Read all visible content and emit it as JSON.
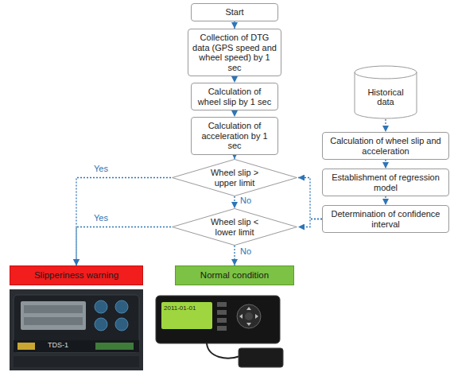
{
  "diagram": {
    "nodes": [
      {
        "text": [
          "Start"
        ]
      },
      {
        "text": [
          "Collection of DTG data (GPS speed and wheel speed) by 1 sec"
        ]
      },
      {
        "text": [
          "Calculation of wheel slip by 1 sec"
        ]
      },
      {
        "text": [
          "Calculation of acceleration by 1 sec"
        ]
      },
      {
        "text": [
          "Wheel slip > upper limit"
        ]
      },
      {
        "text": [
          "Wheel slip < lower limit"
        ]
      },
      {
        "text": [
          "Slipperiness warning"
        ]
      },
      {
        "text": [
          "Normal condition"
        ]
      },
      {
        "text": [
          "Historical data"
        ]
      },
      {
        "text": [
          "Calculation of wheel slip and acceleration"
        ]
      },
      {
        "text": [
          "Establishment of regression model"
        ]
      },
      {
        "text": [
          "Determination of confidence interval"
        ]
      }
    ],
    "edges": [
      {
        "from": 0,
        "to": 1,
        "arrow": "to"
      },
      {
        "from": 1,
        "to": 2,
        "arrow": "to"
      },
      {
        "from": 2,
        "to": 3,
        "arrow": "to"
      },
      {
        "from": 3,
        "to": 4,
        "arrow": "to"
      },
      {
        "from": 4,
        "to": 6,
        "label": "Yes",
        "arrow": "to"
      },
      {
        "from": 4,
        "to": 5,
        "label": "No",
        "arrow": "to"
      },
      {
        "from": 5,
        "to": 6,
        "label": "Yes",
        "arrow": "to"
      },
      {
        "from": 5,
        "to": 7,
        "label": "No",
        "arrow": "to"
      },
      {
        "from": 8,
        "to": 9,
        "arrow": "to"
      },
      {
        "from": 9,
        "to": 10,
        "arrow": "to"
      },
      {
        "from": 10,
        "to": 11,
        "arrow": "to"
      },
      {
        "from": 11,
        "to": 4,
        "arrow": "to"
      },
      {
        "from": 11,
        "to": 5,
        "arrow": "to"
      }
    ],
    "labels": [
      "TDS-1",
      "2011-01-01"
    ]
  }
}
